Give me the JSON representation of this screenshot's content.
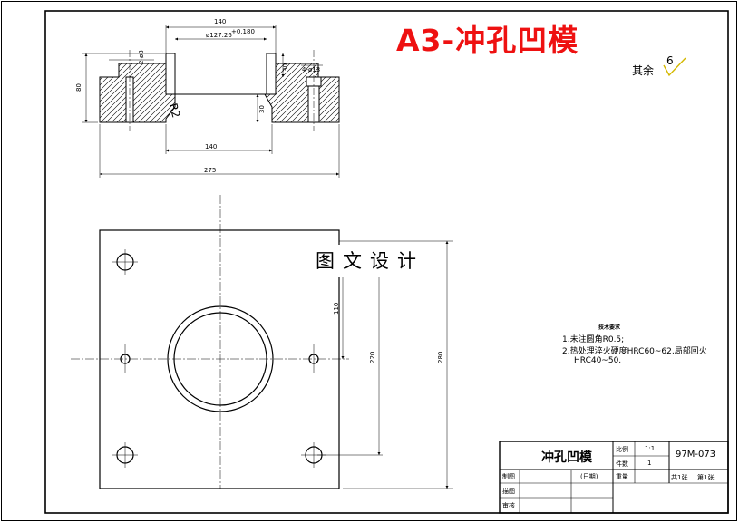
{
  "title": "A3-冲孔凹模",
  "roughness": {
    "label": "其余",
    "value": "6"
  },
  "watermark": "图文设计",
  "section_dims": {
    "overall_top": "140",
    "bore": "ø127.26",
    "bore_tol": "+0.180",
    "pin_hole": "2-ø8",
    "step_height": "30",
    "screw_hole": "4-ø13",
    "total_height": "80",
    "inner_height": "30",
    "radius": "R2",
    "bottom_width": "140",
    "overall_width": "275"
  },
  "plan_dims": {
    "d110": "110",
    "d220": "220",
    "d280": "280"
  },
  "notes": {
    "heading": "技术要求",
    "line1": "1.未注圆角R0.5;",
    "line2": "2.热处理淬火硬度HRC60~62,局部回火",
    "line3": "HRC40~50."
  },
  "title_block": {
    "part_name": "冲孔凹模",
    "scale_label": "比例",
    "scale_value": "1:1",
    "qty_label": "件数",
    "qty_value": "1",
    "drawing_no": "97M-073",
    "weight_label": "重量",
    "sheets": "共1张",
    "sheet_no": "第1张",
    "drawn": "制图",
    "date": "(日期)",
    "traced": "描图",
    "checked": "审核"
  }
}
